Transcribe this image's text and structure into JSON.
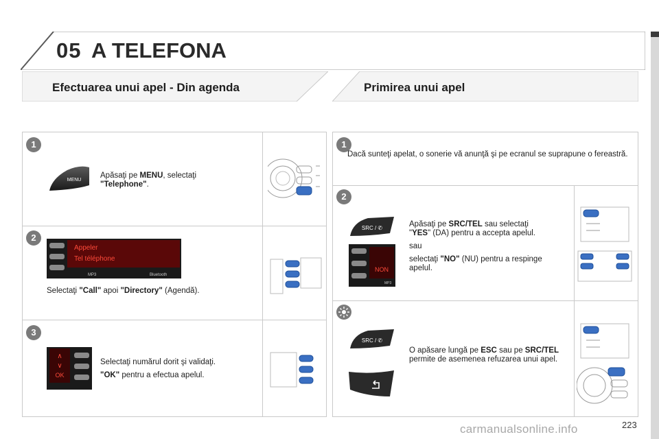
{
  "header": {
    "number": "05",
    "title": "A TELEFONA"
  },
  "left": {
    "title": "Efectuarea unui apel - Din agenda",
    "steps": [
      {
        "badge": "1",
        "pre": "Apăsaţi pe ",
        "b1": "MENU",
        "mid": ", selectaţi",
        "b2": "\"Telephone\"",
        "post": "."
      },
      {
        "badge": "2",
        "pre": "Selectaţi ",
        "b1": "\"Call\"",
        "mid": " apoi ",
        "b2": "\"Directory\"",
        "post": " (Agendă)."
      },
      {
        "badge": "3",
        "line1": "Selectaţi numărul dorit şi validaţi.",
        "b1": "\"OK\"",
        "post": " pentru a efectua apelul."
      }
    ],
    "button_labels": {
      "menu": "MENU",
      "mp3": "MP3",
      "bluetooth": "Bluetooth",
      "appeler": "Appeler",
      "tel": "Tel téléphone",
      "ok": "OK"
    }
  },
  "right": {
    "title": "Primirea unui apel",
    "step1": {
      "badge": "1",
      "text": "Dacă sunteţi apelat, o sonerie vă anunţă şi pe ecranul se suprapune o fereastră."
    },
    "step2": {
      "badge": "2",
      "pre": "Apăsaţi pe ",
      "b1": "SRC/TEL",
      "mid": " sau selectaţi",
      "q1": "\"",
      "b2": "YES",
      "q2": "\"",
      "post": " (DA) pentru a accepta apelul.",
      "or": "sau",
      "pre2": "selectaţi ",
      "b3": "\"NO\"",
      "post2": " (NU) pentru a respinge apelul."
    },
    "step3": {
      "pre": "O apăsare lungă pe ",
      "b1": "ESC",
      "mid": " sau pe ",
      "b2": "SRC/TEL",
      "post": " permite de asemenea refuzarea unui apel."
    },
    "button_labels": {
      "src": "SRC / ✆",
      "non": "NON",
      "mp3": "MP3"
    }
  },
  "footer": {
    "page": "223",
    "watermark": "carmanualsonline.info"
  }
}
